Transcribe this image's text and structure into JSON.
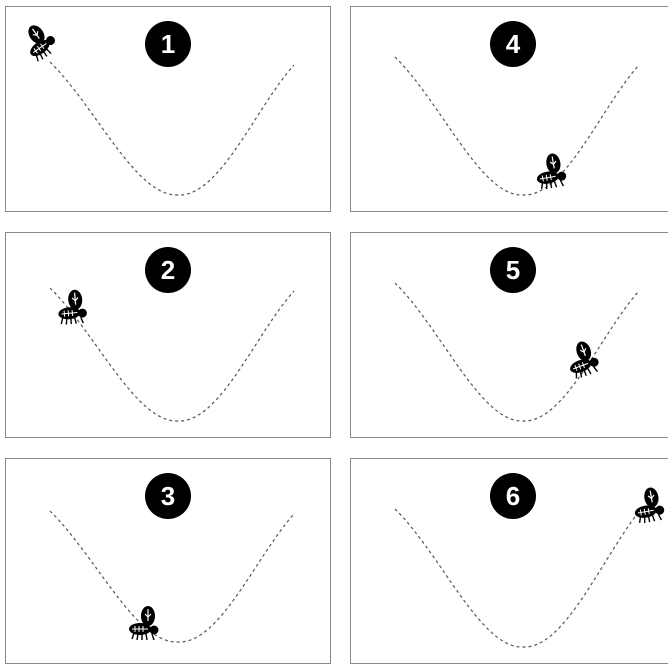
{
  "panels": [
    {
      "label": "1"
    },
    {
      "label": "2"
    },
    {
      "label": "3"
    },
    {
      "label": "4"
    },
    {
      "label": "5"
    },
    {
      "label": "6"
    }
  ],
  "icons": {
    "fly": "fly-icon"
  },
  "colors": {
    "badge": "#000000",
    "badge_text": "#ffffff",
    "path": "#555555",
    "border": "#8a8a8a"
  }
}
